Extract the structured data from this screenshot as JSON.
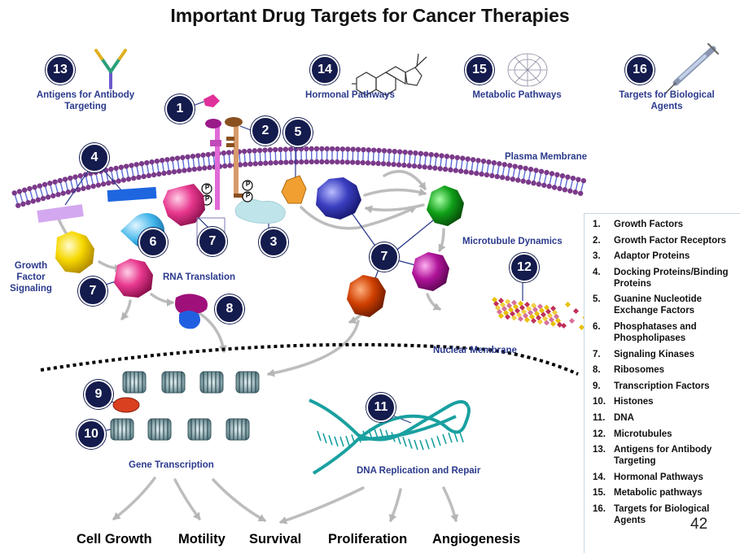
{
  "title": "Important Drug Targets for Cancer Therapies",
  "top_targets": [
    {
      "number": "13",
      "label": "Antigens for Antibody Targeting"
    },
    {
      "number": "14",
      "label": "Hormonal Pathways"
    },
    {
      "number": "15",
      "label": "Metabolic Pathways"
    },
    {
      "number": "16",
      "label": "Targets for Biological Agents"
    }
  ],
  "labels": {
    "plasma_membrane": "Plasma Membrane",
    "microtubule_dynamics": "Microtubule Dynamics",
    "growth_factor_signaling": "Growth Factor Signaling",
    "rna_translation": "RNA Translation",
    "nuclear_membrane": "Nuclear Membrane",
    "gene_transcription": "Gene Transcription",
    "dna_replication": "DNA Replication and Repair"
  },
  "phospho_mark": "P",
  "markers": [
    "1",
    "2",
    "3",
    "4",
    "5",
    "6",
    "7",
    "8",
    "9",
    "10",
    "11",
    "12"
  ],
  "outcomes": [
    "Cell Growth",
    "Motility",
    "Survival",
    "Proliferation",
    "Angiogenesis"
  ],
  "legend": [
    {
      "n": "1.",
      "t": "Growth Factors"
    },
    {
      "n": "2.",
      "t": "Growth Factor Receptors"
    },
    {
      "n": "3.",
      "t": "Adaptor Proteins"
    },
    {
      "n": "4.",
      "t": "Docking Proteins/Binding Proteins"
    },
    {
      "n": "5.",
      "t": "Guanine Nucleotide Exchange Factors"
    },
    {
      "n": "6.",
      "t": "Phosphatases and Phospholipases"
    },
    {
      "n": "7.",
      "t": "Signaling Kinases"
    },
    {
      "n": "8.",
      "t": "Ribosomes"
    },
    {
      "n": "9.",
      "t": "Transcription Factors"
    },
    {
      "n": "10.",
      "t": "Histones"
    },
    {
      "n": "11.",
      "t": "DNA"
    },
    {
      "n": "12.",
      "t": "Microtubules"
    },
    {
      "n": "13.",
      "t": "Antigens for Antibody Targeting"
    },
    {
      "n": "14.",
      "t": "Hormonal Pathways"
    },
    {
      "n": "15.",
      "t": "Metabolic pathways"
    },
    {
      "n": "16.",
      "t": "Targets for Biological Agents"
    }
  ],
  "page_number": "42",
  "colors": {
    "marker": "#141b4d",
    "label": "#2b3a8c",
    "membrane_head": "#7b3a8a",
    "membrane_tail": "#5b6bd6",
    "kinase_pink": "#e8388f",
    "kinase_blue": "#2a2e9e",
    "kinase_green": "#0a8a10",
    "kinase_purple": "#a0108a",
    "kinase_orange": "#c43a00",
    "yellow": "#f5d100",
    "dna_teal": "#1aa0a0"
  }
}
